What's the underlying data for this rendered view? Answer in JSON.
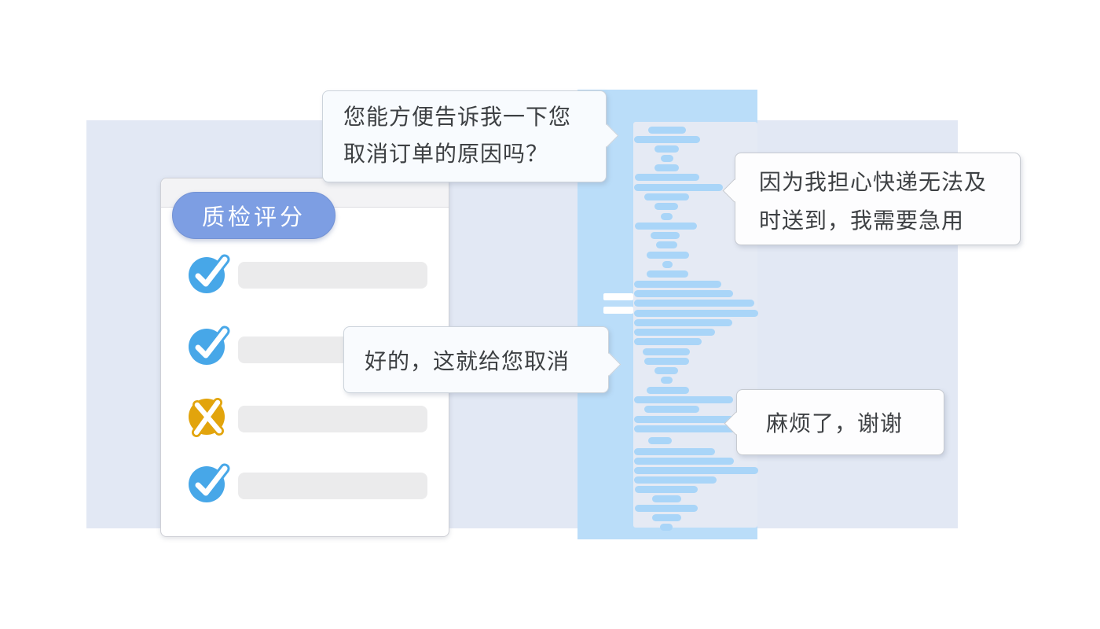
{
  "qc_card": {
    "title": "质检评分",
    "items": [
      {
        "result": "pass"
      },
      {
        "result": "pass"
      },
      {
        "result": "fail"
      },
      {
        "result": "pass"
      }
    ]
  },
  "bubbles": {
    "agent_question": {
      "speaker": "agent",
      "lines": [
        "您能方便告诉我一下您",
        "取消订单的原因吗？"
      ]
    },
    "customer_reason": {
      "speaker": "customer",
      "lines": [
        "因为我担心快递无法及",
        "时送到，我需要急用"
      ]
    },
    "agent_confirm": {
      "speaker": "agent",
      "lines": [
        "好的，这就给您取消"
      ]
    },
    "customer_thanks": {
      "speaker": "customer",
      "lines": [
        "麻烦了，谢谢"
      ]
    }
  },
  "colors": {
    "accent_blue": "#47a7e8",
    "fail_yellow": "#e2a40c",
    "pill_blue": "#7d9ee3",
    "panel_blue": "#baddf9",
    "line_blue": "#a9d5f8",
    "backdrop": "#e2e8f4",
    "transcript_bg": "#e5eaf4",
    "bar_gray": "#ebebec"
  },
  "transcript": {
    "lines": [
      [
        825,
        161,
        48
      ],
      [
        807,
        173,
        84
      ],
      [
        833,
        185,
        31
      ],
      [
        841,
        197,
        16
      ],
      [
        833,
        209,
        31
      ],
      [
        808,
        221,
        82
      ],
      [
        807,
        234,
        113
      ],
      [
        820,
        246,
        57
      ],
      [
        833,
        258,
        30
      ],
      [
        841,
        271,
        15
      ],
      [
        808,
        283,
        79
      ],
      [
        828,
        295,
        37
      ],
      [
        835,
        307,
        27
      ],
      [
        823,
        320,
        54
      ],
      [
        843,
        332,
        13
      ],
      [
        823,
        344,
        53
      ],
      [
        807,
        357,
        111
      ],
      [
        807,
        369,
        126
      ],
      [
        807,
        381,
        153
      ],
      [
        807,
        394,
        158
      ],
      [
        807,
        406,
        125
      ],
      [
        807,
        418,
        103
      ],
      [
        807,
        430,
        86
      ],
      [
        818,
        443,
        60
      ],
      [
        820,
        455,
        57
      ],
      [
        833,
        467,
        30
      ],
      [
        841,
        479,
        15
      ],
      [
        823,
        492,
        54
      ],
      [
        807,
        504,
        126
      ],
      [
        820,
        516,
        70
      ],
      [
        807,
        529,
        133
      ],
      [
        807,
        541,
        158
      ],
      [
        825,
        556,
        30
      ],
      [
        807,
        570,
        103
      ],
      [
        807,
        582,
        127
      ],
      [
        807,
        594,
        158
      ],
      [
        807,
        606,
        105
      ],
      [
        808,
        618,
        80
      ],
      [
        830,
        630,
        37
      ],
      [
        808,
        642,
        80
      ],
      [
        830,
        654,
        37
      ],
      [
        840,
        666,
        16
      ]
    ],
    "gaps": [
      [
        768,
        373,
        38
      ],
      [
        768,
        390,
        38
      ]
    ]
  }
}
